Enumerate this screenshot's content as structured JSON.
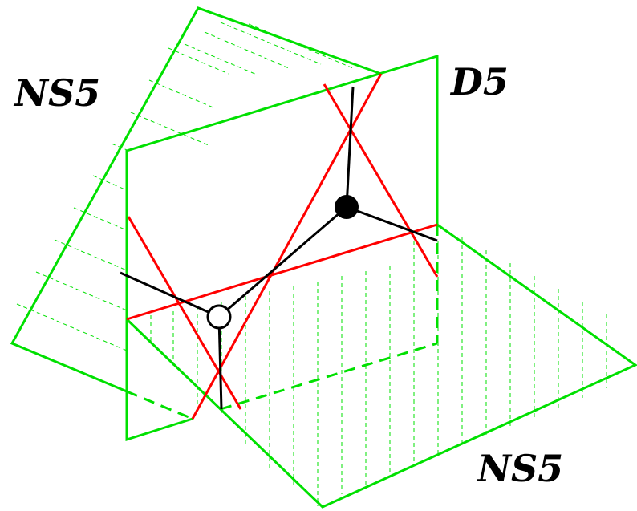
{
  "labels": {
    "ns5_left": "NS5",
    "d5": "D5",
    "ns5_bottom": "NS5"
  },
  "colors": {
    "brane": "#00e000",
    "web": "#000000",
    "intersection": "#ff0000",
    "background": "#ffffff"
  }
}
